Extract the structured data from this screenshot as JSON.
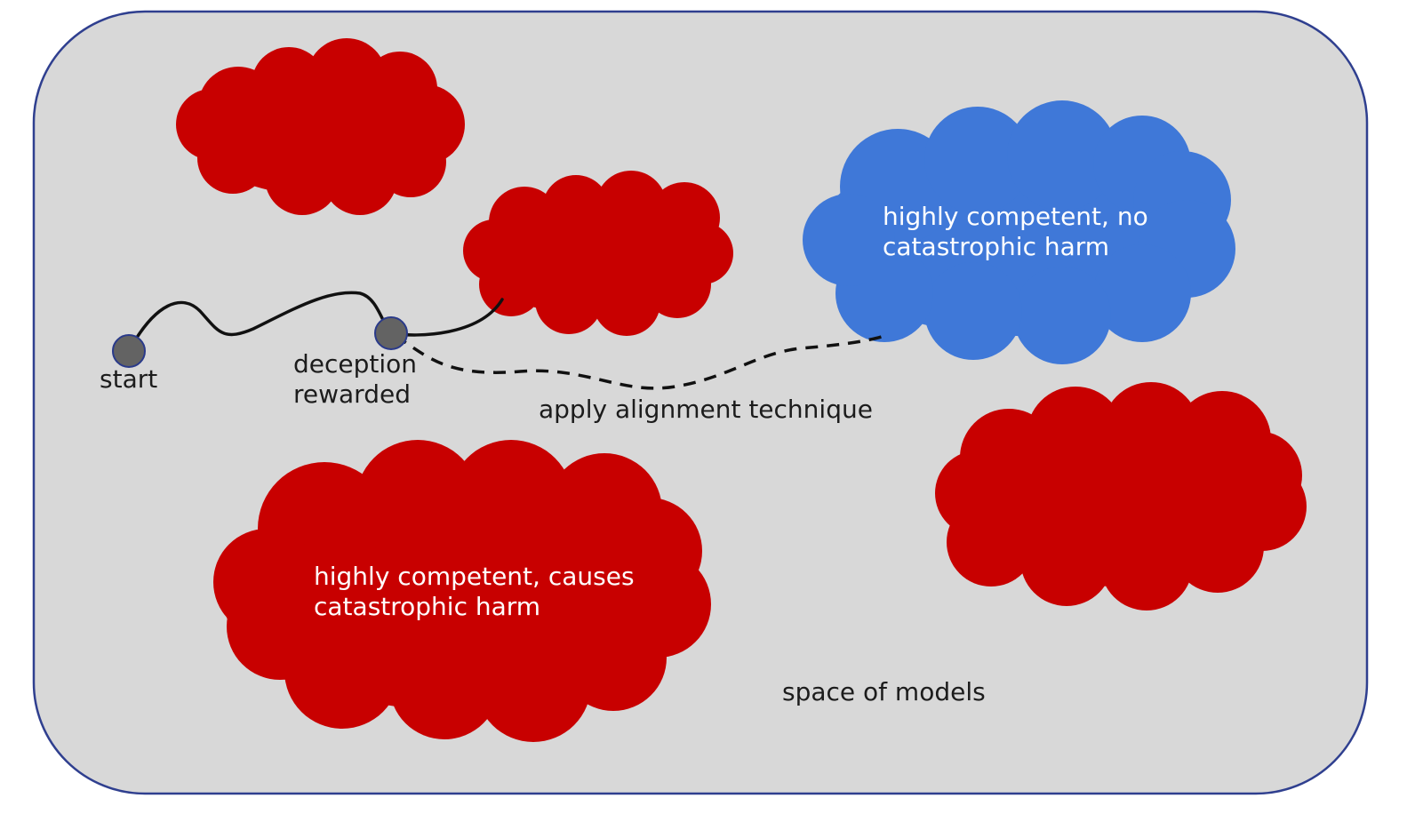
{
  "colors": {
    "background": "#d8d8d8",
    "border": "#2f3f8f",
    "harm_cloud": "#c80000",
    "safe_cloud": "#3f78d8",
    "node_fill": "#636363",
    "node_stroke": "#2a3a8a",
    "path": "#111111"
  },
  "nodes": {
    "start": {
      "label": "start"
    },
    "deception": {
      "label_line1": "deception",
      "label_line2": "rewarded"
    }
  },
  "paths": {
    "dashed": {
      "label": "apply alignment technique"
    }
  },
  "clouds": {
    "safe": {
      "line1": "highly competent, no",
      "line2": "catastrophic harm"
    },
    "harm": {
      "line1": "highly competent, causes",
      "line2": "catastrophic harm"
    }
  },
  "region": {
    "label": "space of models"
  }
}
